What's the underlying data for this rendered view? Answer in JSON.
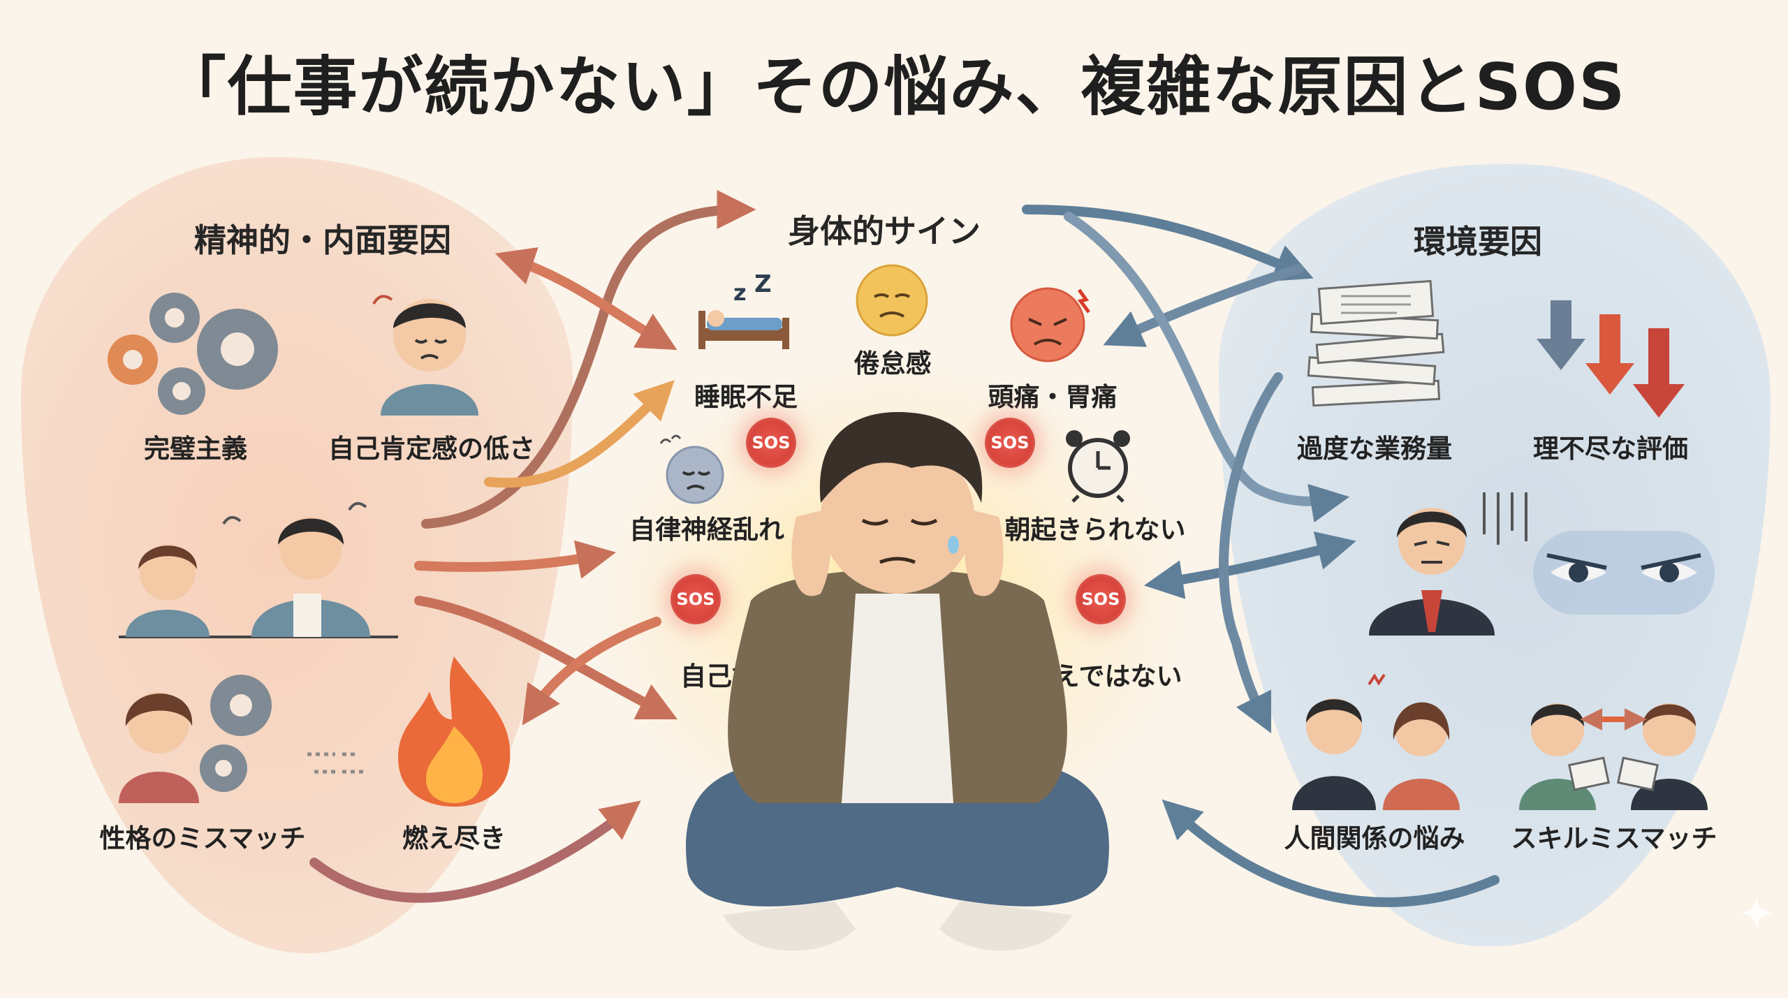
{
  "title": "「仕事が続かない」その悩み、複雑な原因とSOS",
  "left_panel": {
    "heading": "精神的・内面要因",
    "items": [
      "完璧主義",
      "自己肯定感の低さ",
      "性格のミスマッチ",
      "燃え尽き"
    ]
  },
  "center_panel": {
    "heading": "身体的サイン",
    "items": [
      "睡眠不足",
      "倦怠感",
      "頭痛・胃痛",
      "自律神経乱れ",
      "朝起きられない",
      "自己嫌悪",
      "甘えではない"
    ],
    "badge": "SOS"
  },
  "right_panel": {
    "heading": "環境要因",
    "items": [
      "過度な業務量",
      "理不尽な評価",
      "人間関係の悩み",
      "スキルミスマッチ"
    ]
  },
  "colors": {
    "left_blob": "#f6d9c6",
    "right_blob": "#d8e3ec",
    "warm_arrow": "#c8715a",
    "cool_arrow": "#5f7f99",
    "sos_red": "#d8453c"
  },
  "icons": [
    "gears-icon",
    "sad-person-icon",
    "stressed-person-icon",
    "fire-icon",
    "sleeping-bed-icon",
    "tired-face-icon",
    "headache-face-icon",
    "dizzy-face-icon",
    "alarm-clock-icon",
    "paper-stack-icon",
    "down-arrows-icon",
    "stern-manager-icon",
    "glaring-eyes-icon",
    "arguing-coworkers-icon",
    "skill-exchange-icon",
    "distressed-man-icon"
  ]
}
